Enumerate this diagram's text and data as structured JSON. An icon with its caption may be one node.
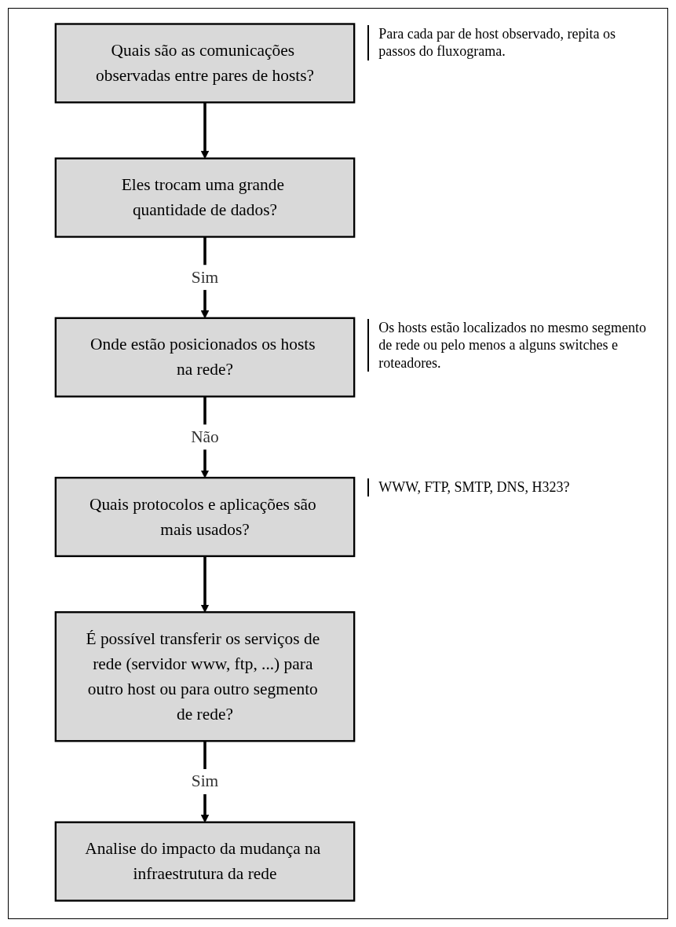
{
  "diagram": {
    "nodes": [
      {
        "text": [
          "Quais são as comunicações observadas entre pares de hosts?"
        ],
        "beside": [
          "Para cada par de host observado, repita os passos do fluxograma."
        ]
      },
      {
        "text": [
          "Eles trocam uma grande quantidade de dados?"
        ]
      },
      {
        "text": [
          "Onde estão posicionados os hosts na rede?"
        ],
        "beside": [
          "Os hosts estão localizados no mesmo segmento de rede ou pelo menos a alguns switches e roteadores."
        ]
      },
      {
        "text": [
          "Quais protocolos e aplicações são mais usados?"
        ],
        "beside": [
          "WWW, FTP, SMTP, DNS, H323?"
        ]
      },
      {
        "text": [
          "É possível transferir os serviços de rede (servidor www, ftp, ...) para outro host ou para outro segmento de rede?"
        ]
      },
      {
        "text": [
          "Analise do impacto da mudança na infraestrutura da rede"
        ]
      }
    ],
    "edges": [
      {
        "from": 0,
        "to": 1,
        "arrow": "to"
      },
      {
        "from": 1,
        "to": 2,
        "arrow": "to",
        "label": "Sim"
      },
      {
        "from": 2,
        "to": 3,
        "arrow": "to",
        "label": "Não"
      },
      {
        "from": 3,
        "to": 4,
        "arrow": "to"
      },
      {
        "from": 4,
        "to": 5,
        "arrow": "to",
        "label": "Sim"
      }
    ]
  }
}
